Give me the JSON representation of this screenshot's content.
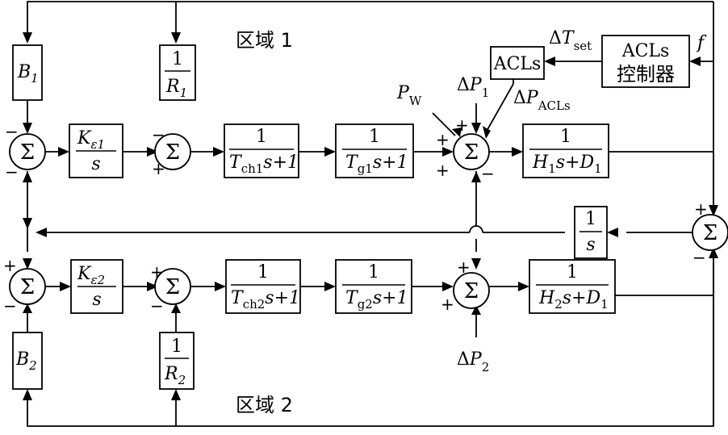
{
  "area_labels": {
    "area1": "区域 1",
    "area2": "区域 2"
  },
  "sum_symbol": "Σ",
  "signs": {
    "plus": "+",
    "minus": "−"
  },
  "one": "1",
  "blocks": {
    "b1": {
      "var": "B",
      "sub": "1"
    },
    "b2": {
      "var": "B",
      "sub": "2"
    },
    "r1": {
      "var": "R",
      "sub": "1"
    },
    "r2": {
      "var": "R",
      "sub": "2"
    },
    "k1": {
      "var": "K",
      "sub": "ε1",
      "den": "s"
    },
    "k2": {
      "var": "K",
      "sub": "ε2",
      "den": "s"
    },
    "tch1": {
      "var": "T",
      "sub": "ch1",
      "tail": "s+1"
    },
    "tch2": {
      "var": "T",
      "sub": "ch2",
      "tail": "s+1"
    },
    "tg1": {
      "var": "T",
      "sub": "g1",
      "tail": "s+1"
    },
    "tg2": {
      "var": "T",
      "sub": "g2",
      "tail": "s+1"
    },
    "h1": {
      "var": "H",
      "sub": "1",
      "mid": "s+",
      "var2": "D",
      "sub2": "1"
    },
    "h2": {
      "var": "H",
      "sub": "2",
      "mid": "s+",
      "var2": "D",
      "sub2": "1"
    },
    "integrator": {
      "den": "s"
    },
    "acls": {
      "label": "ACLs"
    },
    "acls_ctrl": {
      "line1": "ACLs",
      "line2": "控制器"
    }
  },
  "signals": {
    "pw": {
      "var": "P",
      "sub": "W"
    },
    "dp1": {
      "delta": "Δ",
      "var": "P",
      "sub": "1"
    },
    "dp2": {
      "delta": "Δ",
      "var": "P",
      "sub": "2"
    },
    "dpacls": {
      "delta": "Δ",
      "var": "P",
      "sub": "ACLs"
    },
    "dtset": {
      "delta": "Δ",
      "var": "T",
      "sub": "set"
    },
    "f": {
      "var": "f"
    }
  }
}
